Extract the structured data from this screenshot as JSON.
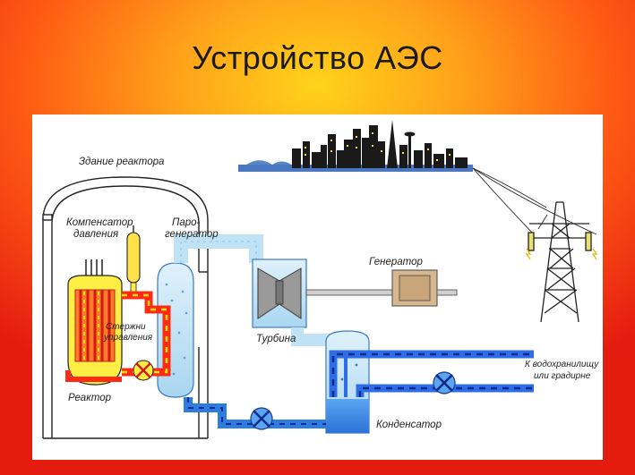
{
  "title": "Устройство АЭС",
  "labels": {
    "reactor_building": "Здание реактора",
    "pressurizer_line1": "Компенсатор",
    "pressurizer_line2": "давления",
    "steam_gen_line1": "Паро-",
    "steam_gen_line2": "генератор",
    "generator": "Генератор",
    "control_rods_line1": "Стержни",
    "control_rods_line2": "управления",
    "turbine": "Турбина",
    "reactor": "Реактор",
    "cooling_line1": "К водохранилищу",
    "cooling_line2": "или градирне",
    "condenser": "Конденсатор"
  },
  "colors": {
    "primary_loop": "#ff2a14",
    "primary_dash": "#ffe600",
    "secondary_steam": "#bfe2f5",
    "secondary_water": "#2d7de0",
    "cooling_loop": "#2d6ee8",
    "cooling_dash": "#0f2a8a",
    "reactor_core": "#ffee44",
    "generator": "#d8b890"
  }
}
